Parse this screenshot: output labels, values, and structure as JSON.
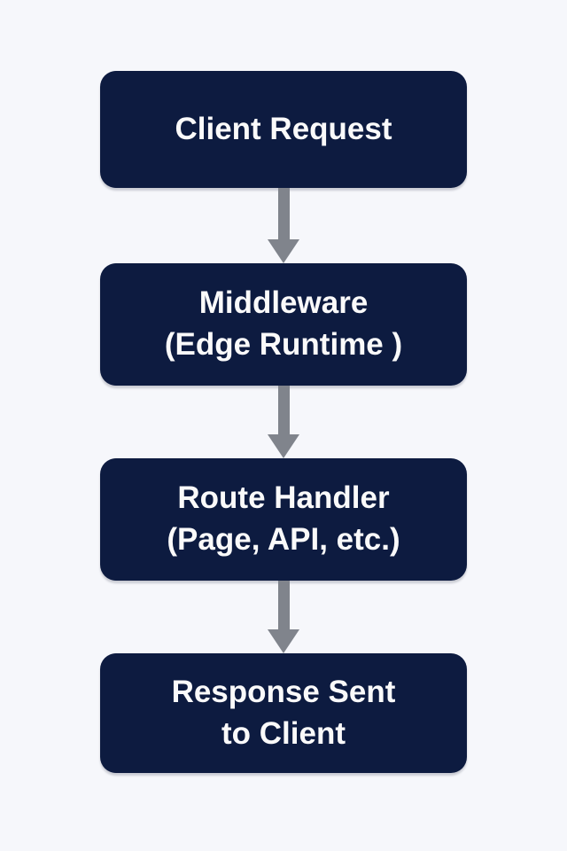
{
  "colors": {
    "background": "#f6f7fb",
    "node_bg": "#0d1b40",
    "node_text": "#fafafa",
    "arrow": "#80848c"
  },
  "flowchart": {
    "type": "vertical-flow",
    "nodes": [
      {
        "id": "client-request",
        "lines": [
          "Client Request"
        ]
      },
      {
        "id": "middleware",
        "lines": [
          "Middleware",
          "(Edge Runtime )"
        ]
      },
      {
        "id": "route-handler",
        "lines": [
          "Route Handler",
          "(Page, API, etc.)"
        ]
      },
      {
        "id": "response-sent",
        "lines": [
          "Response Sent",
          "to Client"
        ]
      }
    ],
    "edges": [
      {
        "from": "client-request",
        "to": "middleware",
        "direction": "down"
      },
      {
        "from": "middleware",
        "to": "route-handler",
        "direction": "down"
      },
      {
        "from": "route-handler",
        "to": "response-sent",
        "direction": "down"
      }
    ]
  }
}
